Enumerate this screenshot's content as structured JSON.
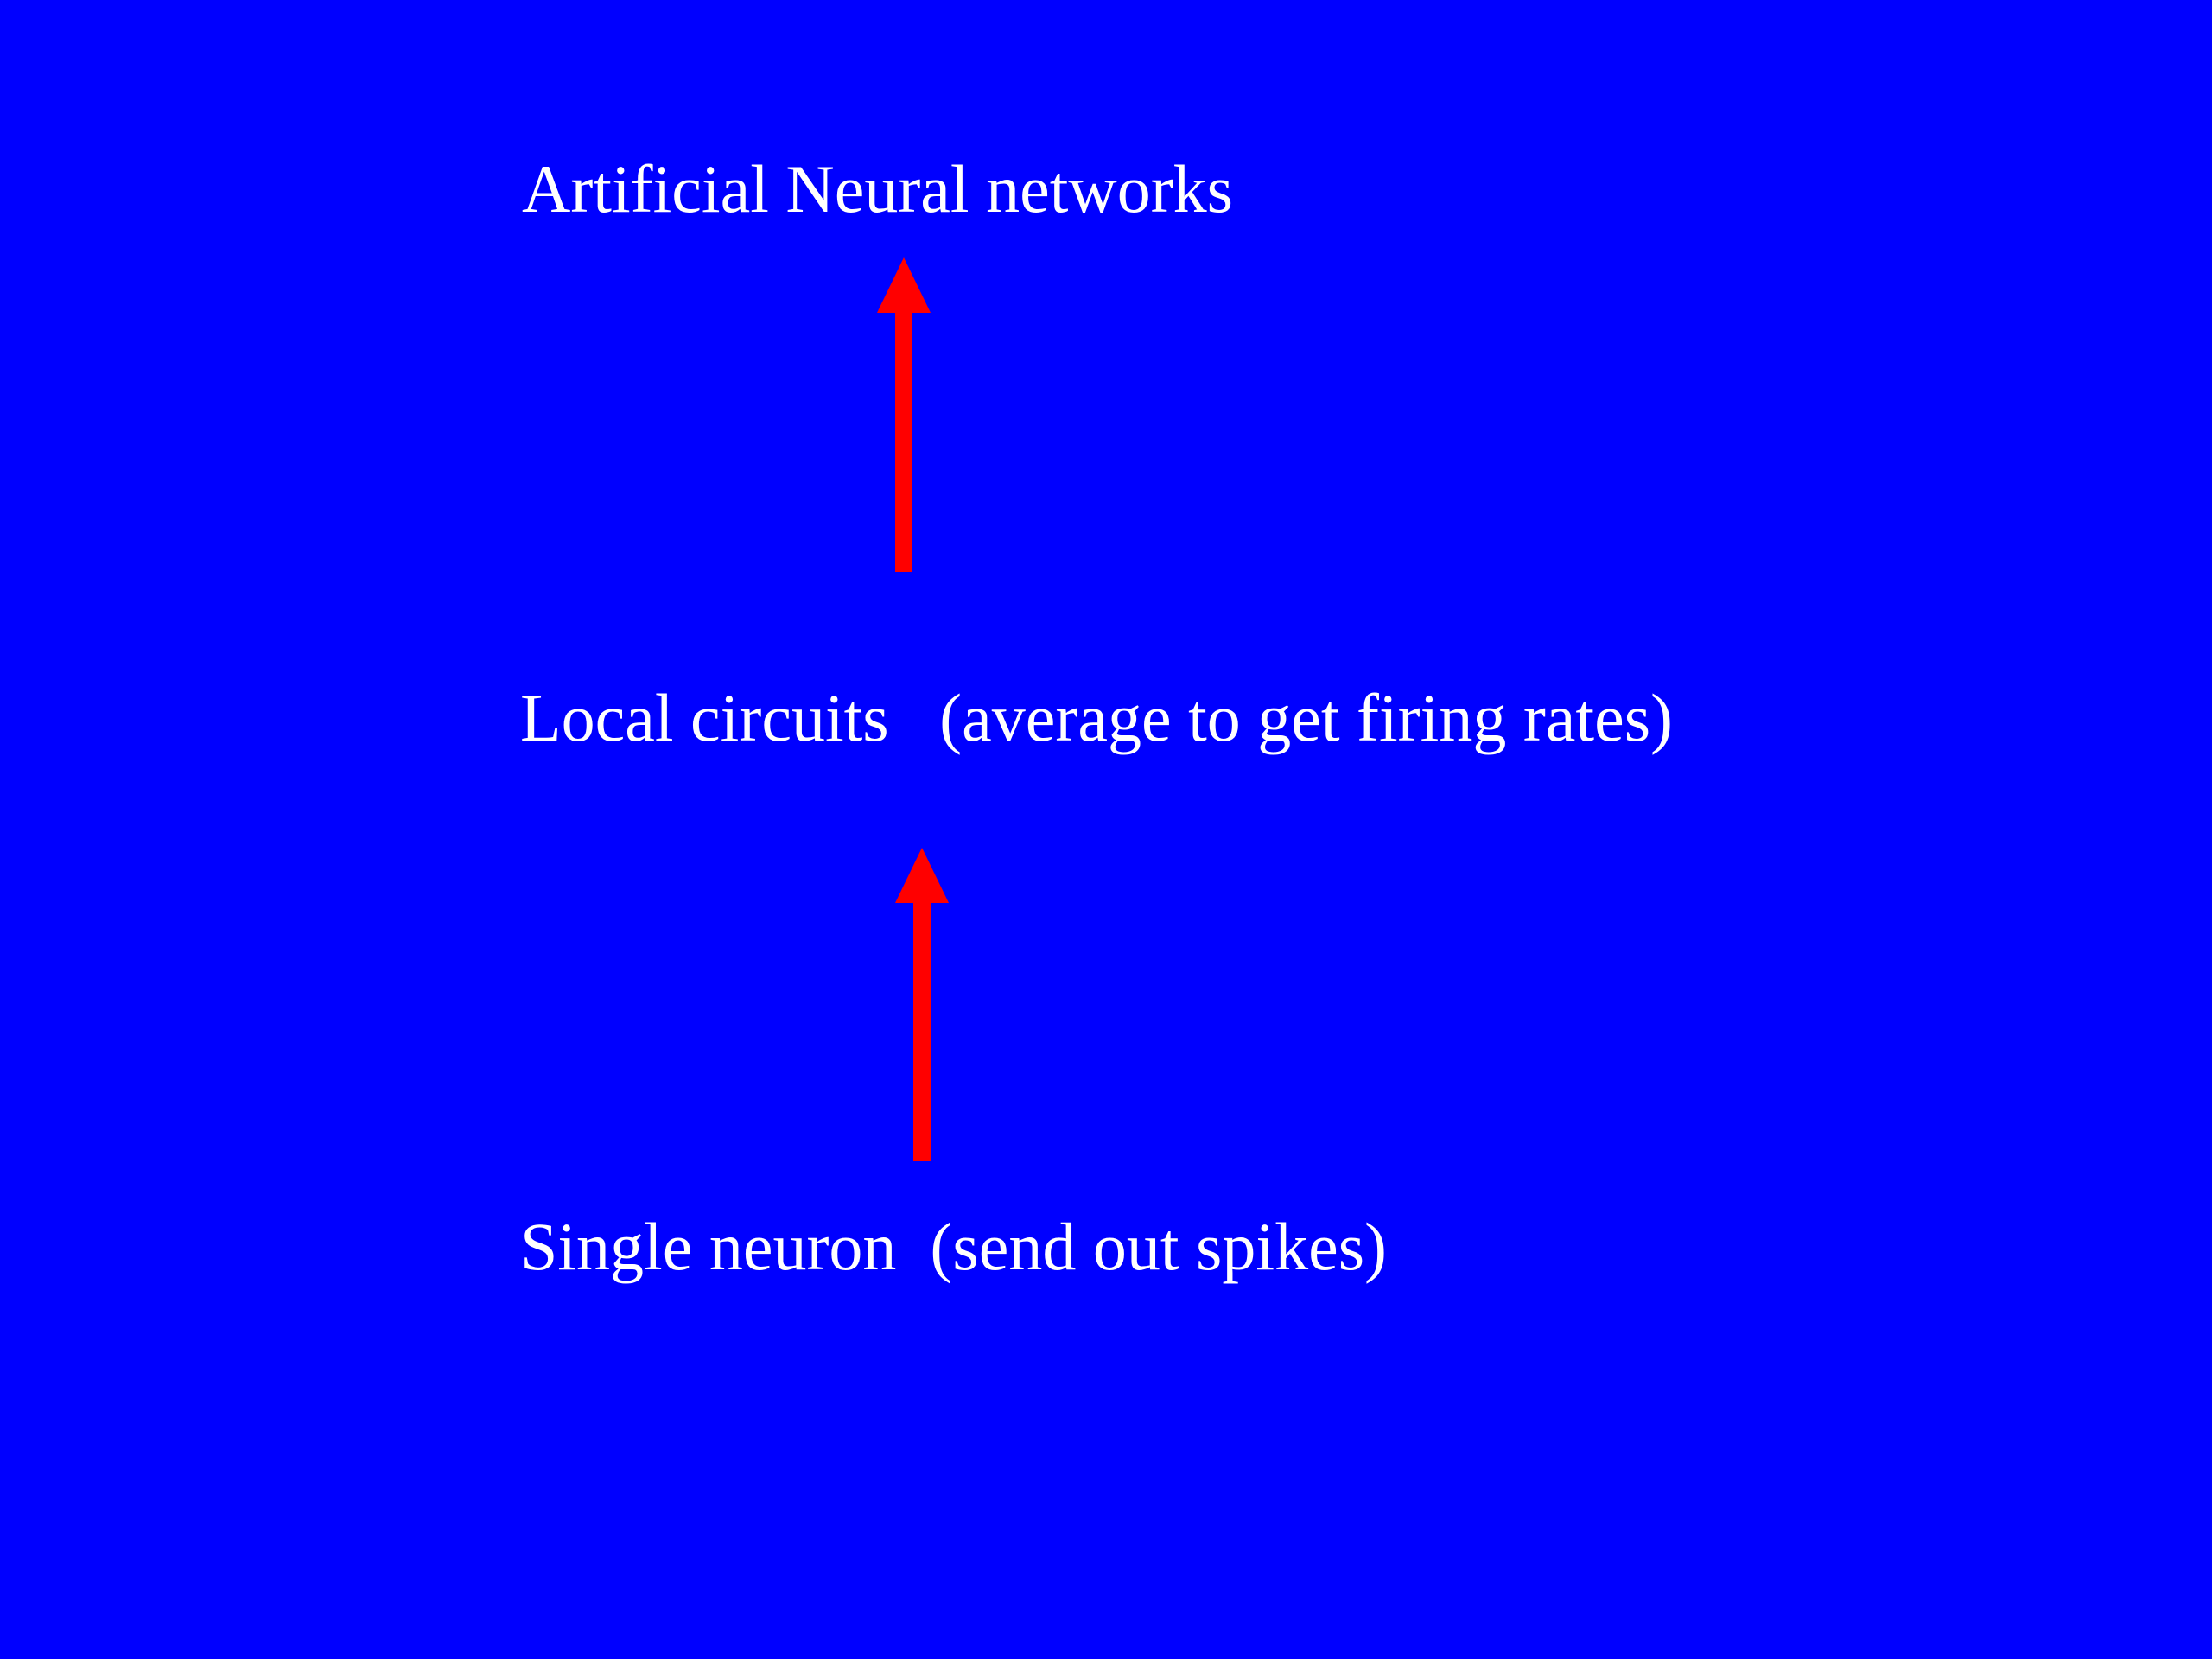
{
  "slide": {
    "background_color": "#0000ff",
    "text_color": "#ffffff",
    "arrow_color": "#ff0000"
  },
  "levels": [
    {
      "label": "Artificial Neural networks"
    },
    {
      "label": "Local circuits   (average to get firing rates)"
    },
    {
      "label": "Single neuron  (send out spikes)"
    }
  ],
  "arrows": [
    {
      "from": "Local circuits",
      "to": "Artificial Neural networks",
      "icon": "arrow-up-icon"
    },
    {
      "from": "Single neuron",
      "to": "Local circuits",
      "icon": "arrow-up-icon"
    }
  ]
}
